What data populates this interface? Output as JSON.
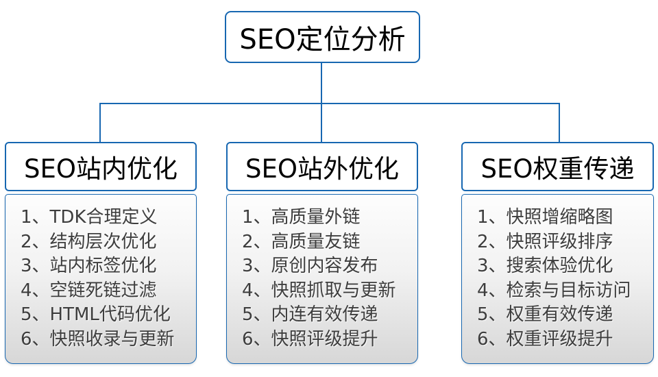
{
  "diagram": {
    "root_title": "SEO定位分析",
    "number_separator": "、",
    "columns": [
      {
        "title": "SEO站内优化",
        "items": [
          "TDK合理定义",
          "结构层次优化",
          "站内标签优化",
          "空链死链过滤",
          "HTML代码优化",
          "快照收录与更新"
        ]
      },
      {
        "title": "SEO站外优化",
        "items": [
          "高质量外链",
          "高质量友链",
          "原创内容发布",
          "快照抓取与更新",
          "内连有效传递",
          "快照评级提升"
        ]
      },
      {
        "title": "SEO权重传递",
        "items": [
          "快照增缩略图",
          "快照评级排序",
          "搜索体验优化",
          "检索与目标访问",
          "权重有效传递",
          "权重评级提升"
        ]
      }
    ],
    "colors": {
      "line_blue": "#1767b1",
      "panel_gradient_top": "#fdfdfd",
      "panel_gradient_bottom": "#d7d7d7",
      "list_text": "#3d3d3d",
      "title_text": "#000000"
    }
  }
}
